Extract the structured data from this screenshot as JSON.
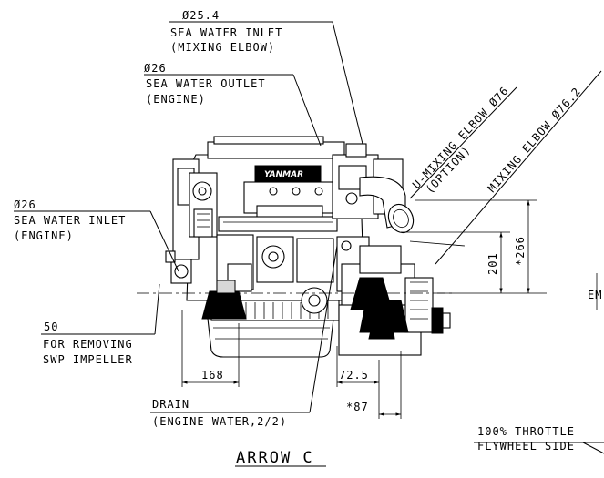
{
  "view_title": "ARROW C",
  "brand": "YANMAR",
  "labels": {
    "mixing_inlet_dia": "Ø25.4",
    "mixing_inlet_l1": "SEA WATER INLET",
    "mixing_inlet_l2": "(MIXING ELBOW)",
    "outlet_dia": "Ø26",
    "outlet_l1": "SEA WATER OUTLET",
    "outlet_l2": "(ENGINE)",
    "inlet_dia": "Ø26",
    "inlet_l1": "SEA WATER INLET",
    "inlet_l2": "(ENGINE)",
    "umixing_l1": "U-MIXING ELBOW Ø76",
    "umixing_l2": "(OPTION)",
    "mixing_elbow": "MIXING ELBOW Ø76.2",
    "swp_value": "50",
    "swp_l1": "FOR REMOVING",
    "swp_l2": "SWP IMPELLER",
    "dim_168": "168",
    "dim_72_5": "72.5",
    "dim_87": "*87",
    "dim_201": "201",
    "dim_266": "*266",
    "drain_l1": "DRAIN",
    "drain_l2": "(ENGINE WATER,2/2)",
    "edge_em": "EM",
    "throttle_l1": "100% THROTTLE",
    "throttle_l2": "FLYWHEEL SIDE"
  }
}
